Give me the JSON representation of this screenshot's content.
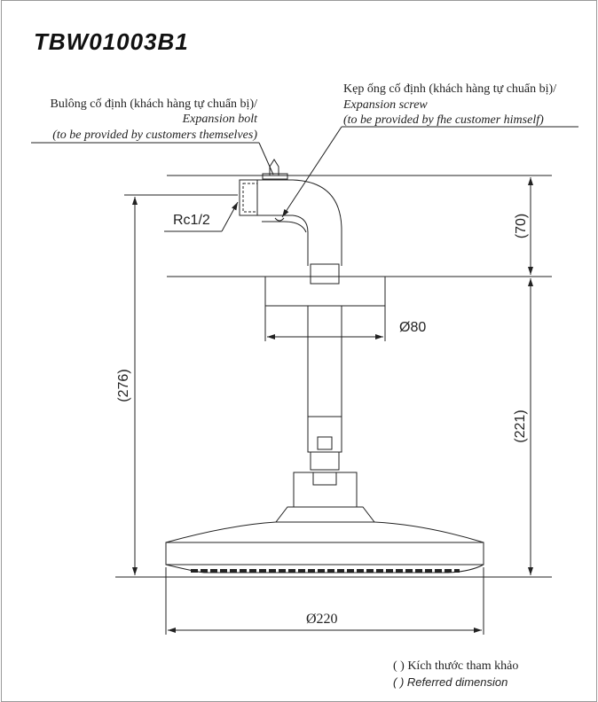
{
  "title": "TBW01003B1",
  "labels": {
    "bolt": {
      "vi": "Bulông cố định (khách hàng tự chuẩn bị)/",
      "en": "Expansion bolt",
      "note": "(to be provided by customers themselves)"
    },
    "screw": {
      "vi": "Kẹp ống cố định (khách hàng tự chuẩn bị)/",
      "en": "Expansion screw",
      "note": "(to be provided by fhe customer himself)"
    },
    "thread": "Rc1/2"
  },
  "dimensions": {
    "total_height": "(276)",
    "elbow_height": "(70)",
    "lower_height": "(221)",
    "flange_diameter": "Ø80",
    "head_diameter": "Ø220"
  },
  "legend": {
    "vi": "( ) Kích thước tham khảo",
    "en": "( ) Referred dimension"
  }
}
